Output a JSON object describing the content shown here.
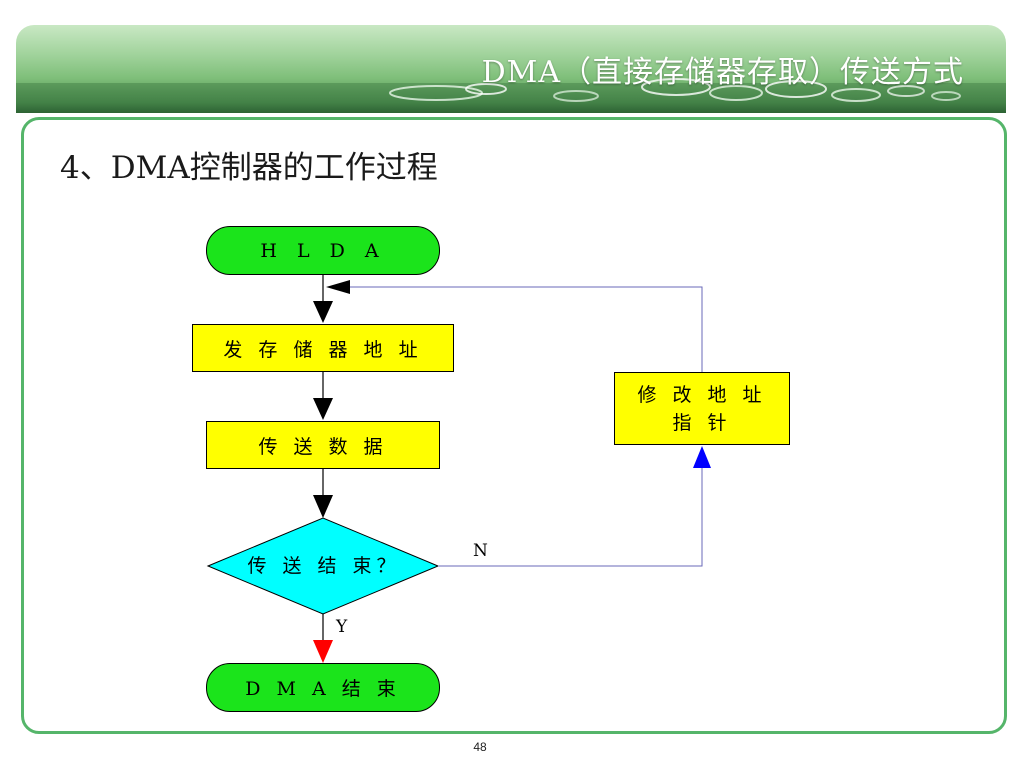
{
  "header": {
    "title": "DMA（直接存储器存取）传送方式"
  },
  "slide": {
    "heading": "4、DMA控制器的工作过程",
    "page_number": "48"
  },
  "flowchart": {
    "nodes": {
      "start": "H L D A",
      "send_address": "发 存 储 器 地 址",
      "transfer_data": "传 送 数 据",
      "decision": "传 送 结 束？",
      "modify_line1": "修 改 地 址",
      "modify_line2": "指 针",
      "end": "D M A 结 束"
    },
    "edges": {
      "no_label": "N",
      "yes_label": "Y"
    },
    "colors": {
      "terminal": "#1be41b",
      "process": "#ffff00",
      "decision": "#00ffff",
      "yes_arrow": "#ff0000",
      "loop_arrow": "#0000ff",
      "loop_line": "#6a6ab8"
    }
  }
}
